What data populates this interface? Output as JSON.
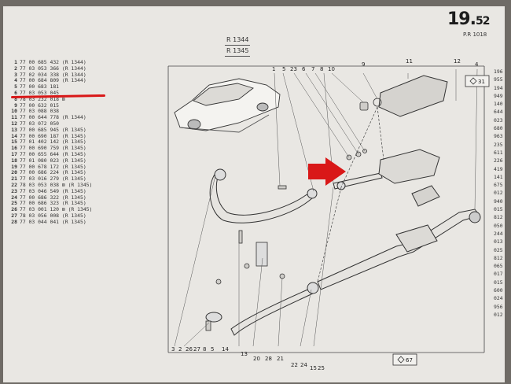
{
  "header": {
    "page_number_main": "19.",
    "page_number_sub": "52",
    "page_code": "P.R 1018",
    "models": [
      "R 1344",
      "R 1345"
    ]
  },
  "parts": [
    {
      "n": "1",
      "ref": "77 00 685 432",
      "note": "(R 1344)"
    },
    {
      "n": "2",
      "ref": "77 03 053 366",
      "note": "(R 1344)"
    },
    {
      "n": "3",
      "ref": "77 02 034 338",
      "note": "(R 1344)"
    },
    {
      "n": "4",
      "ref": "77 00 684 809",
      "note": "(R 1344)"
    },
    {
      "n": "5",
      "ref": "77 00 683 181",
      "note": ""
    },
    {
      "n": "6",
      "ref": "77 03 053 045",
      "note": ""
    },
    {
      "n": "8",
      "ref": "78 03 232 018",
      "note": "⊠"
    },
    {
      "n": "9",
      "ref": "77 00 632 015",
      "note": ""
    },
    {
      "n": "10",
      "ref": "77 03 088 038",
      "note": ""
    },
    {
      "n": "11",
      "ref": "77 00 644 778",
      "note": "(R 1344)"
    },
    {
      "n": "12",
      "ref": "77 03 072 050",
      "note": ""
    },
    {
      "n": "13",
      "ref": "77 00 685 945",
      "note": "(R 1345)"
    },
    {
      "n": "14",
      "ref": "77 00 690 187",
      "note": "(R 1345)"
    },
    {
      "n": "15",
      "ref": "77 01 402 142",
      "note": "(R 1345)"
    },
    {
      "n": "16",
      "ref": "77 00 690 759",
      "note": "(R 1345)"
    },
    {
      "n": "17",
      "ref": "77 00 655 644",
      "note": "(R 1345)"
    },
    {
      "n": "18",
      "ref": "77 01 080 023",
      "note": "(R 1345)"
    },
    {
      "n": "19",
      "ref": "77 00 678 172",
      "note": "(R 1345)"
    },
    {
      "n": "20",
      "ref": "77 00 686 224",
      "note": "(R 1345)"
    },
    {
      "n": "21",
      "ref": "77 03 016 279",
      "note": "(R 1345)"
    },
    {
      "n": "22",
      "ref": "78 03 053 038",
      "note": "⊠ (R 1345)"
    },
    {
      "n": "23",
      "ref": "77 03 046 549",
      "note": "(R 1345)"
    },
    {
      "n": "24",
      "ref": "77 00 686 322",
      "note": "(R 1345)"
    },
    {
      "n": "25",
      "ref": "77 00 686 323",
      "note": "(R 1345)"
    },
    {
      "n": "26",
      "ref": "77 03 001 120",
      "note": "⊠ (R 1345)"
    },
    {
      "n": "27",
      "ref": "78 03 056 008",
      "note": "(R 1345)"
    },
    {
      "n": "28",
      "ref": "77 03 044 041",
      "note": "(R 1345)"
    }
  ],
  "right_column": [
    "196",
    "955",
    "194",
    "949",
    "140",
    "644",
    "023",
    "680",
    "963",
    "235",
    "611",
    "226",
    "419",
    "141",
    "675",
    "012",
    "940",
    "015",
    "812",
    "050",
    "244",
    "013",
    "025",
    "812",
    "065",
    "017",
    "015",
    "600",
    "024",
    "956",
    "012"
  ],
  "callouts_top": [
    "1",
    "5",
    "23",
    "6",
    "7",
    "8",
    "10",
    "9",
    "11",
    "12",
    "4"
  ],
  "callouts_bottom": [
    "3",
    "2",
    "26",
    "27",
    "8",
    "5",
    "14",
    "13",
    "20",
    "28",
    "21",
    "22",
    "24",
    "15",
    "25"
  ],
  "ref_tags": [
    "31",
    "67"
  ],
  "highlight_color": "#d91818"
}
